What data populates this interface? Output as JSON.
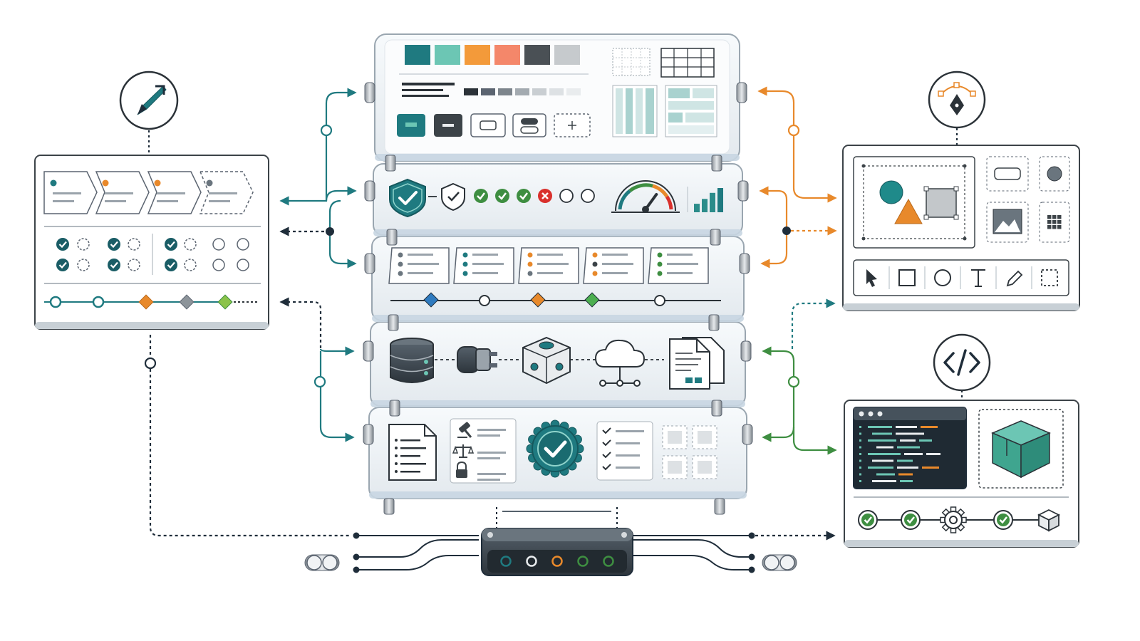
{
  "colors": {
    "teal": "#1f7a80",
    "teal_light": "#6cc6b4",
    "orange": "#e8892b",
    "salmon": "#f4876a",
    "dark": "#3c4348",
    "gray": "#b9bec2",
    "green": "#3e8e41",
    "red": "#d9302c",
    "navy": "#1f2d3a",
    "panel_border": "#5b6470"
  },
  "palette": [
    "#1f7a80",
    "#6cc6b4",
    "#f39a3a",
    "#f4876a",
    "#4a5055",
    "#c6cacd"
  ],
  "icons": {
    "left_module": "compass-arrow-icon",
    "design_module": "pen-tool-icon",
    "code_module": "code-brackets-icon",
    "security": "shield-check-icon",
    "gauge": "speed-gauge-icon",
    "chart": "bar-chart-icon",
    "database": "database-icon",
    "plug": "plug-connector-icon",
    "cube": "cube-node-icon",
    "cloud": "cloud-network-icon",
    "documents": "document-stack-icon",
    "gavel": "gavel-icon",
    "scales": "scales-icon",
    "lock": "lock-icon",
    "badge": "verified-badge-icon",
    "package": "package-box-icon",
    "gear": "gear-icon",
    "cursor": "cursor-icon",
    "pencil": "pencil-icon"
  },
  "status_row": [
    "ok",
    "ok",
    "ok",
    "error",
    "pending",
    "pending"
  ],
  "pipeline_steps": [
    "done",
    "done",
    "in-progress",
    "done",
    "package"
  ],
  "hub_indicators": [
    "#1f7a80",
    "#e9ecee",
    "#e8892b",
    "#3e8e41",
    "#3e8e41"
  ],
  "gauge_level": 0.7,
  "chart_bars": [
    0.35,
    0.55,
    0.8,
    1.0
  ],
  "tools": [
    "cursor",
    "rectangle",
    "ellipse",
    "text",
    "pencil",
    "marquee"
  ]
}
